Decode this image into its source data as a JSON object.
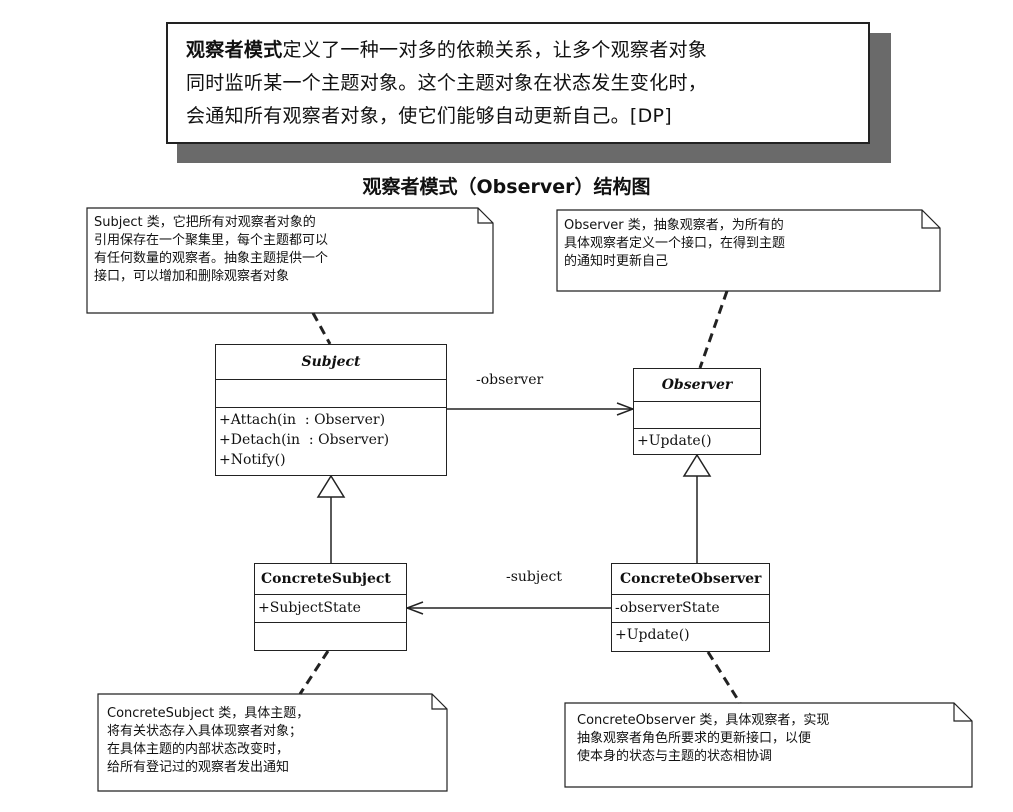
{
  "definition": {
    "term": "观察者模式",
    "line1_rest": "定义了一种一对多的依赖关系，让多个观察者对象",
    "line2": "同时监听某一个主题对象。这个主题对象在状态发生变化时，",
    "line3": "会通知所有观察者对象，使它们能够自动更新自己。[DP]"
  },
  "diagram_title": "观察者模式（Observer）结构图",
  "notes": {
    "subject": [
      "Subject 类，它把所有对观察者对象的",
      "引用保存在一个聚集里，每个主题都可以",
      "有任何数量的观察者。抽象主题提供一个",
      "接口，可以增加和删除观察者对象"
    ],
    "observer": [
      "Observer 类，抽象观察者，为所有的",
      "具体观察者定义一个接口，在得到主题",
      "的通知时更新自己"
    ],
    "concrete_subject": [
      "ConcreteSubject 类，具体主题，",
      "将有关状态存入具体现察者对象；",
      "在具体主题的内部状态改变时，",
      "给所有登记过的观察者发出通知"
    ],
    "concrete_observer": [
      "ConcreteObserver 类，具体观察者，实现",
      "抽象观察者角色所要求的更新接口，以便",
      "使本身的状态与主题的状态相协调"
    ]
  },
  "classes": {
    "subject": {
      "name": "Subject",
      "operations": [
        "+Attach(in  : Observer)",
        "+Detach(in  : Observer)",
        "+Notify()"
      ]
    },
    "observer": {
      "name": "Observer",
      "operations": [
        "+Update()"
      ]
    },
    "concrete_subject": {
      "name": "ConcreteSubject",
      "attributes": [
        "+SubjectState"
      ]
    },
    "concrete_observer": {
      "name": "ConcreteObserver",
      "attributes": [
        "-observerState"
      ],
      "operations": [
        "+Update()"
      ]
    }
  },
  "associations": {
    "observer_label": "-observer",
    "subject_label": "-subject"
  }
}
